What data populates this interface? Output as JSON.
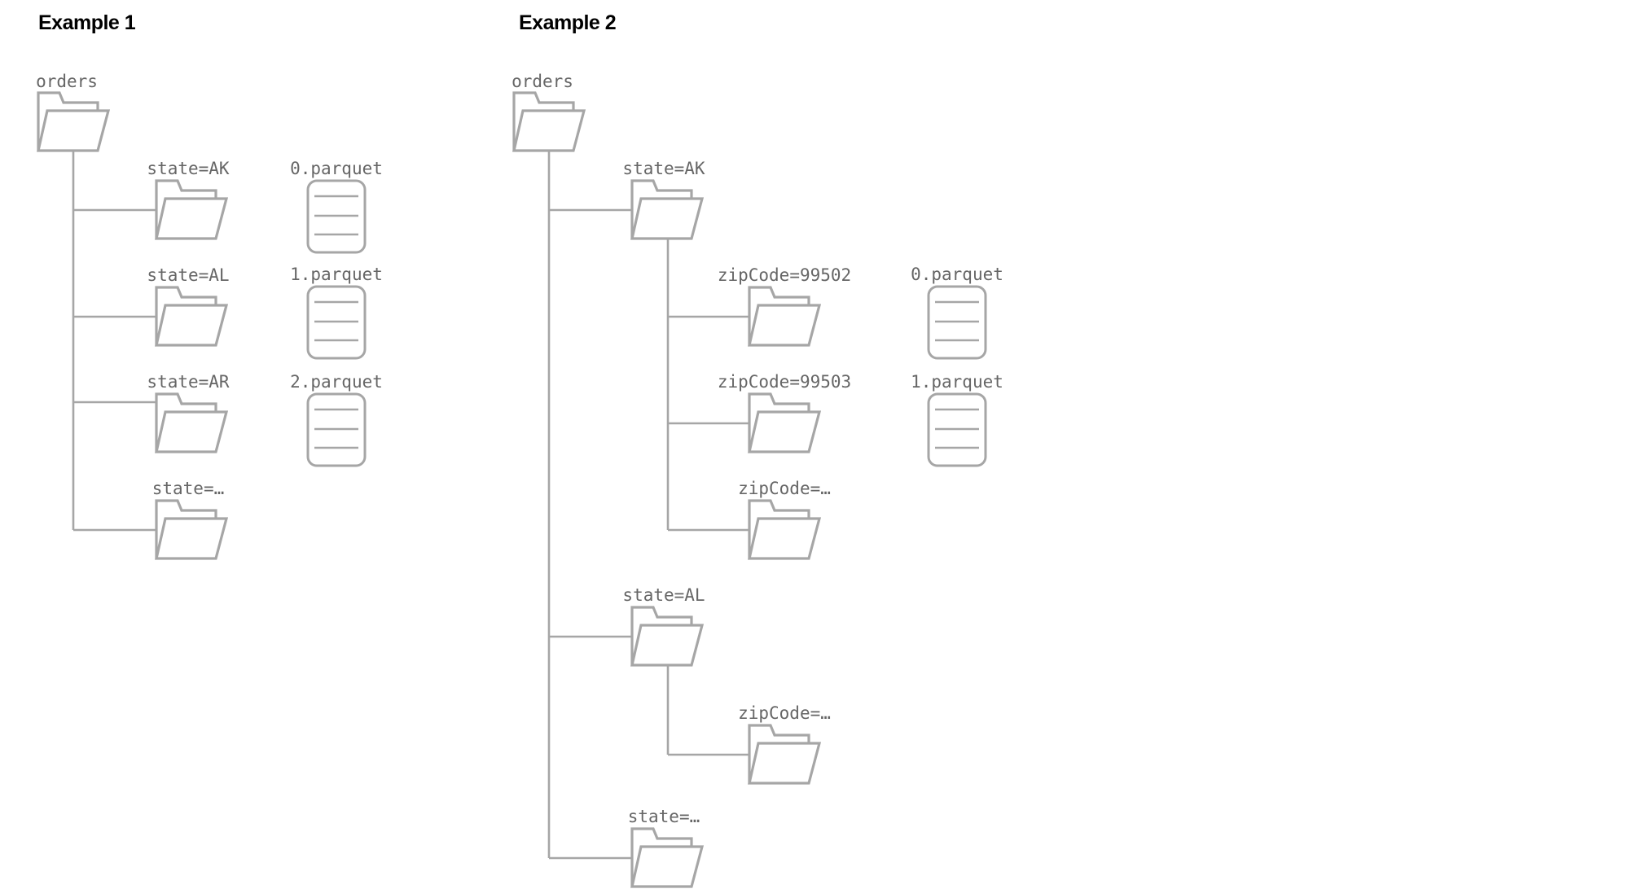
{
  "examples": [
    {
      "title": "Example 1",
      "root": {
        "label": "orders",
        "children": [
          {
            "label": "state=AK",
            "file": "0.parquet",
            "children": []
          },
          {
            "label": "state=AL",
            "file": "1.parquet",
            "children": []
          },
          {
            "label": "state=AR",
            "file": "2.parquet",
            "children": []
          },
          {
            "label": "state=…",
            "children": []
          }
        ]
      }
    },
    {
      "title": "Example 2",
      "root": {
        "label": "orders",
        "children": [
          {
            "label": "state=AK",
            "children": [
              {
                "label": "zipCode=99502",
                "file": "0.parquet",
                "children": []
              },
              {
                "label": "zipCode=99503",
                "file": "1.parquet",
                "children": []
              },
              {
                "label": "zipCode=…",
                "children": []
              }
            ]
          },
          {
            "label": "state=AL",
            "children": [
              {
                "label": "zipCode=…",
                "children": []
              }
            ]
          },
          {
            "label": "state=…",
            "children": []
          }
        ]
      }
    }
  ],
  "icons": {
    "folder": "folder-icon",
    "file": "file-icon"
  },
  "colors": {
    "stroke": "#a6a6a6",
    "label": "#666666",
    "title": "#000000"
  }
}
